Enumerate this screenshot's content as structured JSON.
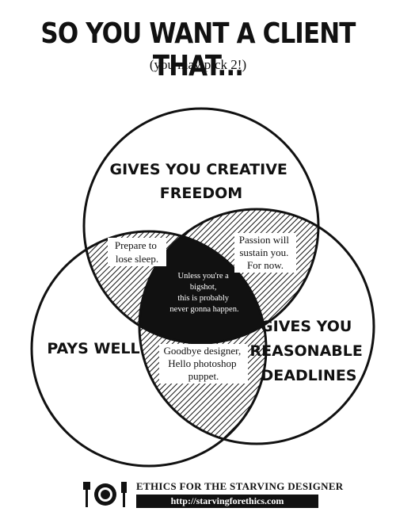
{
  "header": {
    "title": "SO YOU WANT A CLIENT THAT...",
    "subtitle": "(you may pick 2!)"
  },
  "diagram": {
    "sets": [
      {
        "id": "creative",
        "label_lines": [
          "GIVES YOU CREATIVE",
          "FREEDOM"
        ]
      },
      {
        "id": "pays",
        "label_lines": [
          "PAYS WELL"
        ]
      },
      {
        "id": "deadlines",
        "label_lines": [
          "GIVES YOU",
          "REASONABLE",
          "DEADLINES"
        ]
      }
    ],
    "intersections": {
      "creative_pays": [
        "Prepare to",
        "lose sleep."
      ],
      "creative_deadlines": [
        "Passion will",
        "sustain you.",
        "For now."
      ],
      "pays_deadlines": [
        "Goodbye designer,",
        "Hello photoshop",
        "puppet."
      ],
      "all_three": [
        "Unless you're a",
        "bigshot,",
        "this is probably",
        "never gonna happen."
      ]
    },
    "colors": {
      "ink": "#111111",
      "paper": "#ffffff"
    }
  },
  "footer": {
    "name": "ETHICS FOR THE STARVING DESIGNER",
    "url": "http://starvingforethics.com",
    "logo_icon": "fork-plate-knife-icon"
  }
}
